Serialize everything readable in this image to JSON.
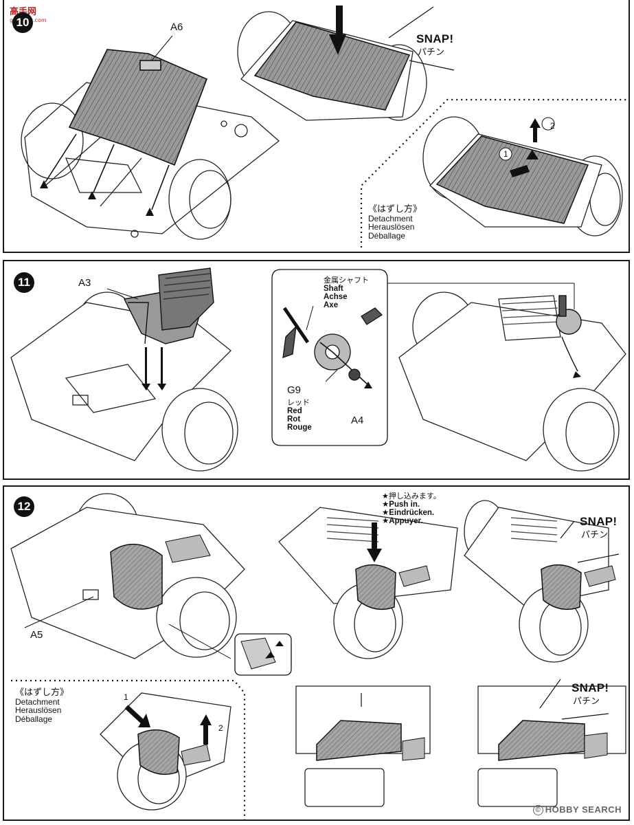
{
  "watermark": {
    "logo_cn": "高手网",
    "logo_sub": "gaoshou.com",
    "site": "HOBBY SEARCH"
  },
  "step10": {
    "number": "10",
    "part_label": "A6",
    "snap": "SNAP!",
    "snap_jp": "パチン",
    "detach": {
      "jp": "《はずし方》",
      "en": "Detachment",
      "de": "Herauslösen",
      "fr": "Déballage",
      "step1": "1",
      "step2": "2"
    }
  },
  "step11": {
    "number": "11",
    "part_a3": "A3",
    "shaft_jp": "金属シャフト",
    "shaft_en": "Shaft",
    "shaft_de": "Achse",
    "shaft_fr": "Axe",
    "gear_label": "G9",
    "gear_color_jp": "レッド",
    "gear_color_en": "Red",
    "gear_color_de": "Rot",
    "gear_color_fr": "Rouge",
    "part_a4": "A4"
  },
  "step12": {
    "number": "12",
    "part_a5": "A5",
    "push_jp": "★押し込みます。",
    "push_en": "★Push in.",
    "push_de": "★Eindrücken.",
    "push_fr": "★Appuyer.",
    "snap_top": "SNAP!",
    "snap_top_jp": "パチン",
    "snap_bottom": "SNAP!",
    "snap_bottom_jp": "パチン",
    "detach": {
      "jp": "《はずし方》",
      "en": "Detachment",
      "de": "Herauslösen",
      "fr": "Déballage",
      "step1": "1",
      "step2": "2"
    }
  }
}
